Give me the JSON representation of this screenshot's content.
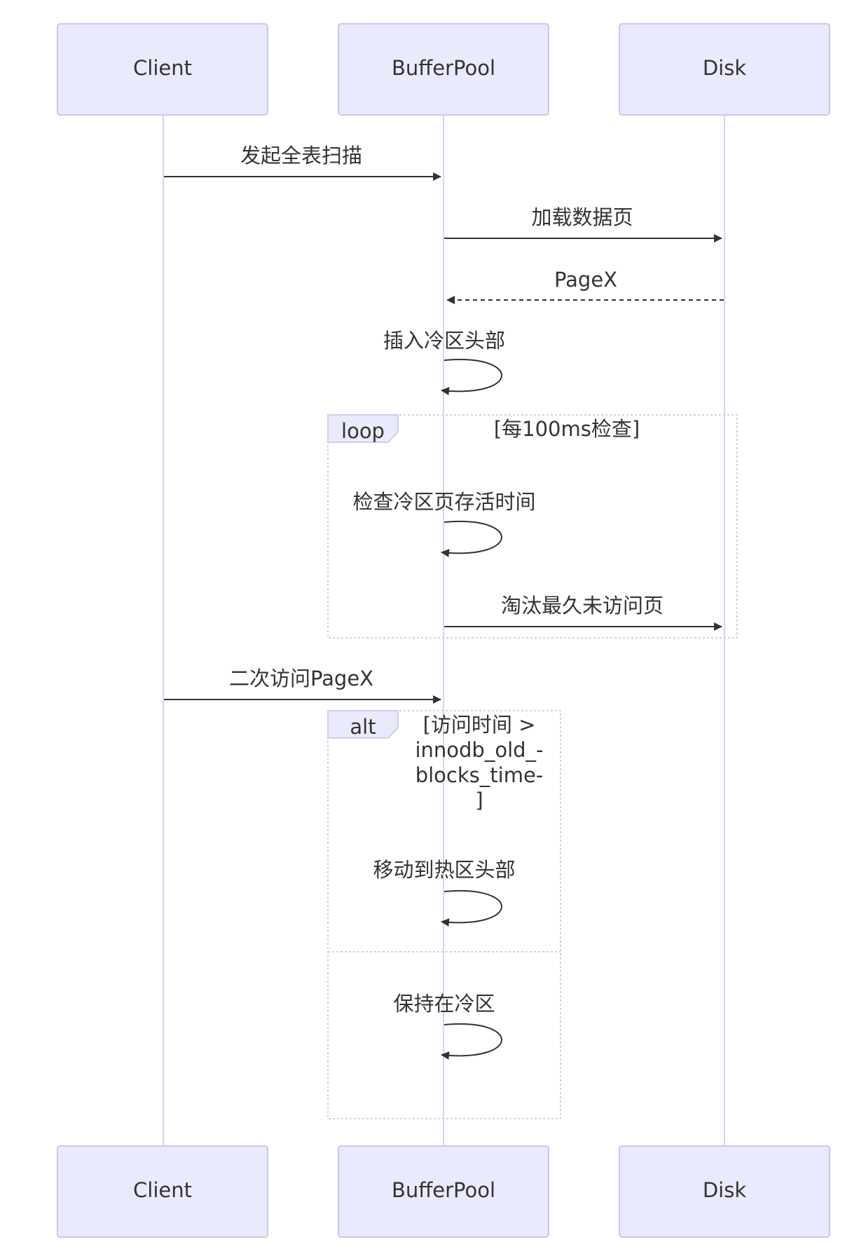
{
  "diagram": {
    "type": "sequence",
    "participants": [
      {
        "id": "client",
        "label": "Client"
      },
      {
        "id": "bufferpool",
        "label": "BufferPool"
      },
      {
        "id": "disk",
        "label": "Disk"
      }
    ],
    "messages": [
      {
        "id": "m1",
        "from": "client",
        "to": "bufferpool",
        "style": "solid",
        "label": "发起全表扫描"
      },
      {
        "id": "m2",
        "from": "bufferpool",
        "to": "disk",
        "style": "solid",
        "label": "加载数据页"
      },
      {
        "id": "m3",
        "from": "disk",
        "to": "bufferpool",
        "style": "dashed",
        "label": "PageX"
      },
      {
        "id": "m4",
        "from": "bufferpool",
        "to": "bufferpool",
        "style": "self",
        "label": "插入冷区头部"
      },
      {
        "id": "m5",
        "from": "bufferpool",
        "to": "bufferpool",
        "style": "self",
        "label": "检查冷区页存活时间"
      },
      {
        "id": "m6",
        "from": "bufferpool",
        "to": "disk",
        "style": "solid",
        "label": "淘汰最久未访问页"
      },
      {
        "id": "m7",
        "from": "client",
        "to": "bufferpool",
        "style": "solid",
        "label": "二次访问PageX"
      },
      {
        "id": "m8",
        "from": "bufferpool",
        "to": "bufferpool",
        "style": "self",
        "label": "移动到热区头部"
      },
      {
        "id": "m9",
        "from": "bufferpool",
        "to": "bufferpool",
        "style": "self",
        "label": "保持在冷区"
      }
    ],
    "frames": [
      {
        "id": "loop",
        "kind": "loop",
        "condition_lines": [
          "[每100ms检查]"
        ]
      },
      {
        "id": "alt",
        "kind": "alt",
        "condition_lines": [
          "[访问时间 >",
          "innodb_old_-",
          "blocks_time-",
          "]"
        ]
      }
    ]
  },
  "colors": {
    "actor_fill": "#eaeafd",
    "actor_stroke": "#c9c7ee",
    "lifeline": "#d6d3f5",
    "arrow": "#333333",
    "text": "#333333",
    "frame_stroke": "#d0cdef",
    "frame_tab_fill": "#eaeafd"
  }
}
